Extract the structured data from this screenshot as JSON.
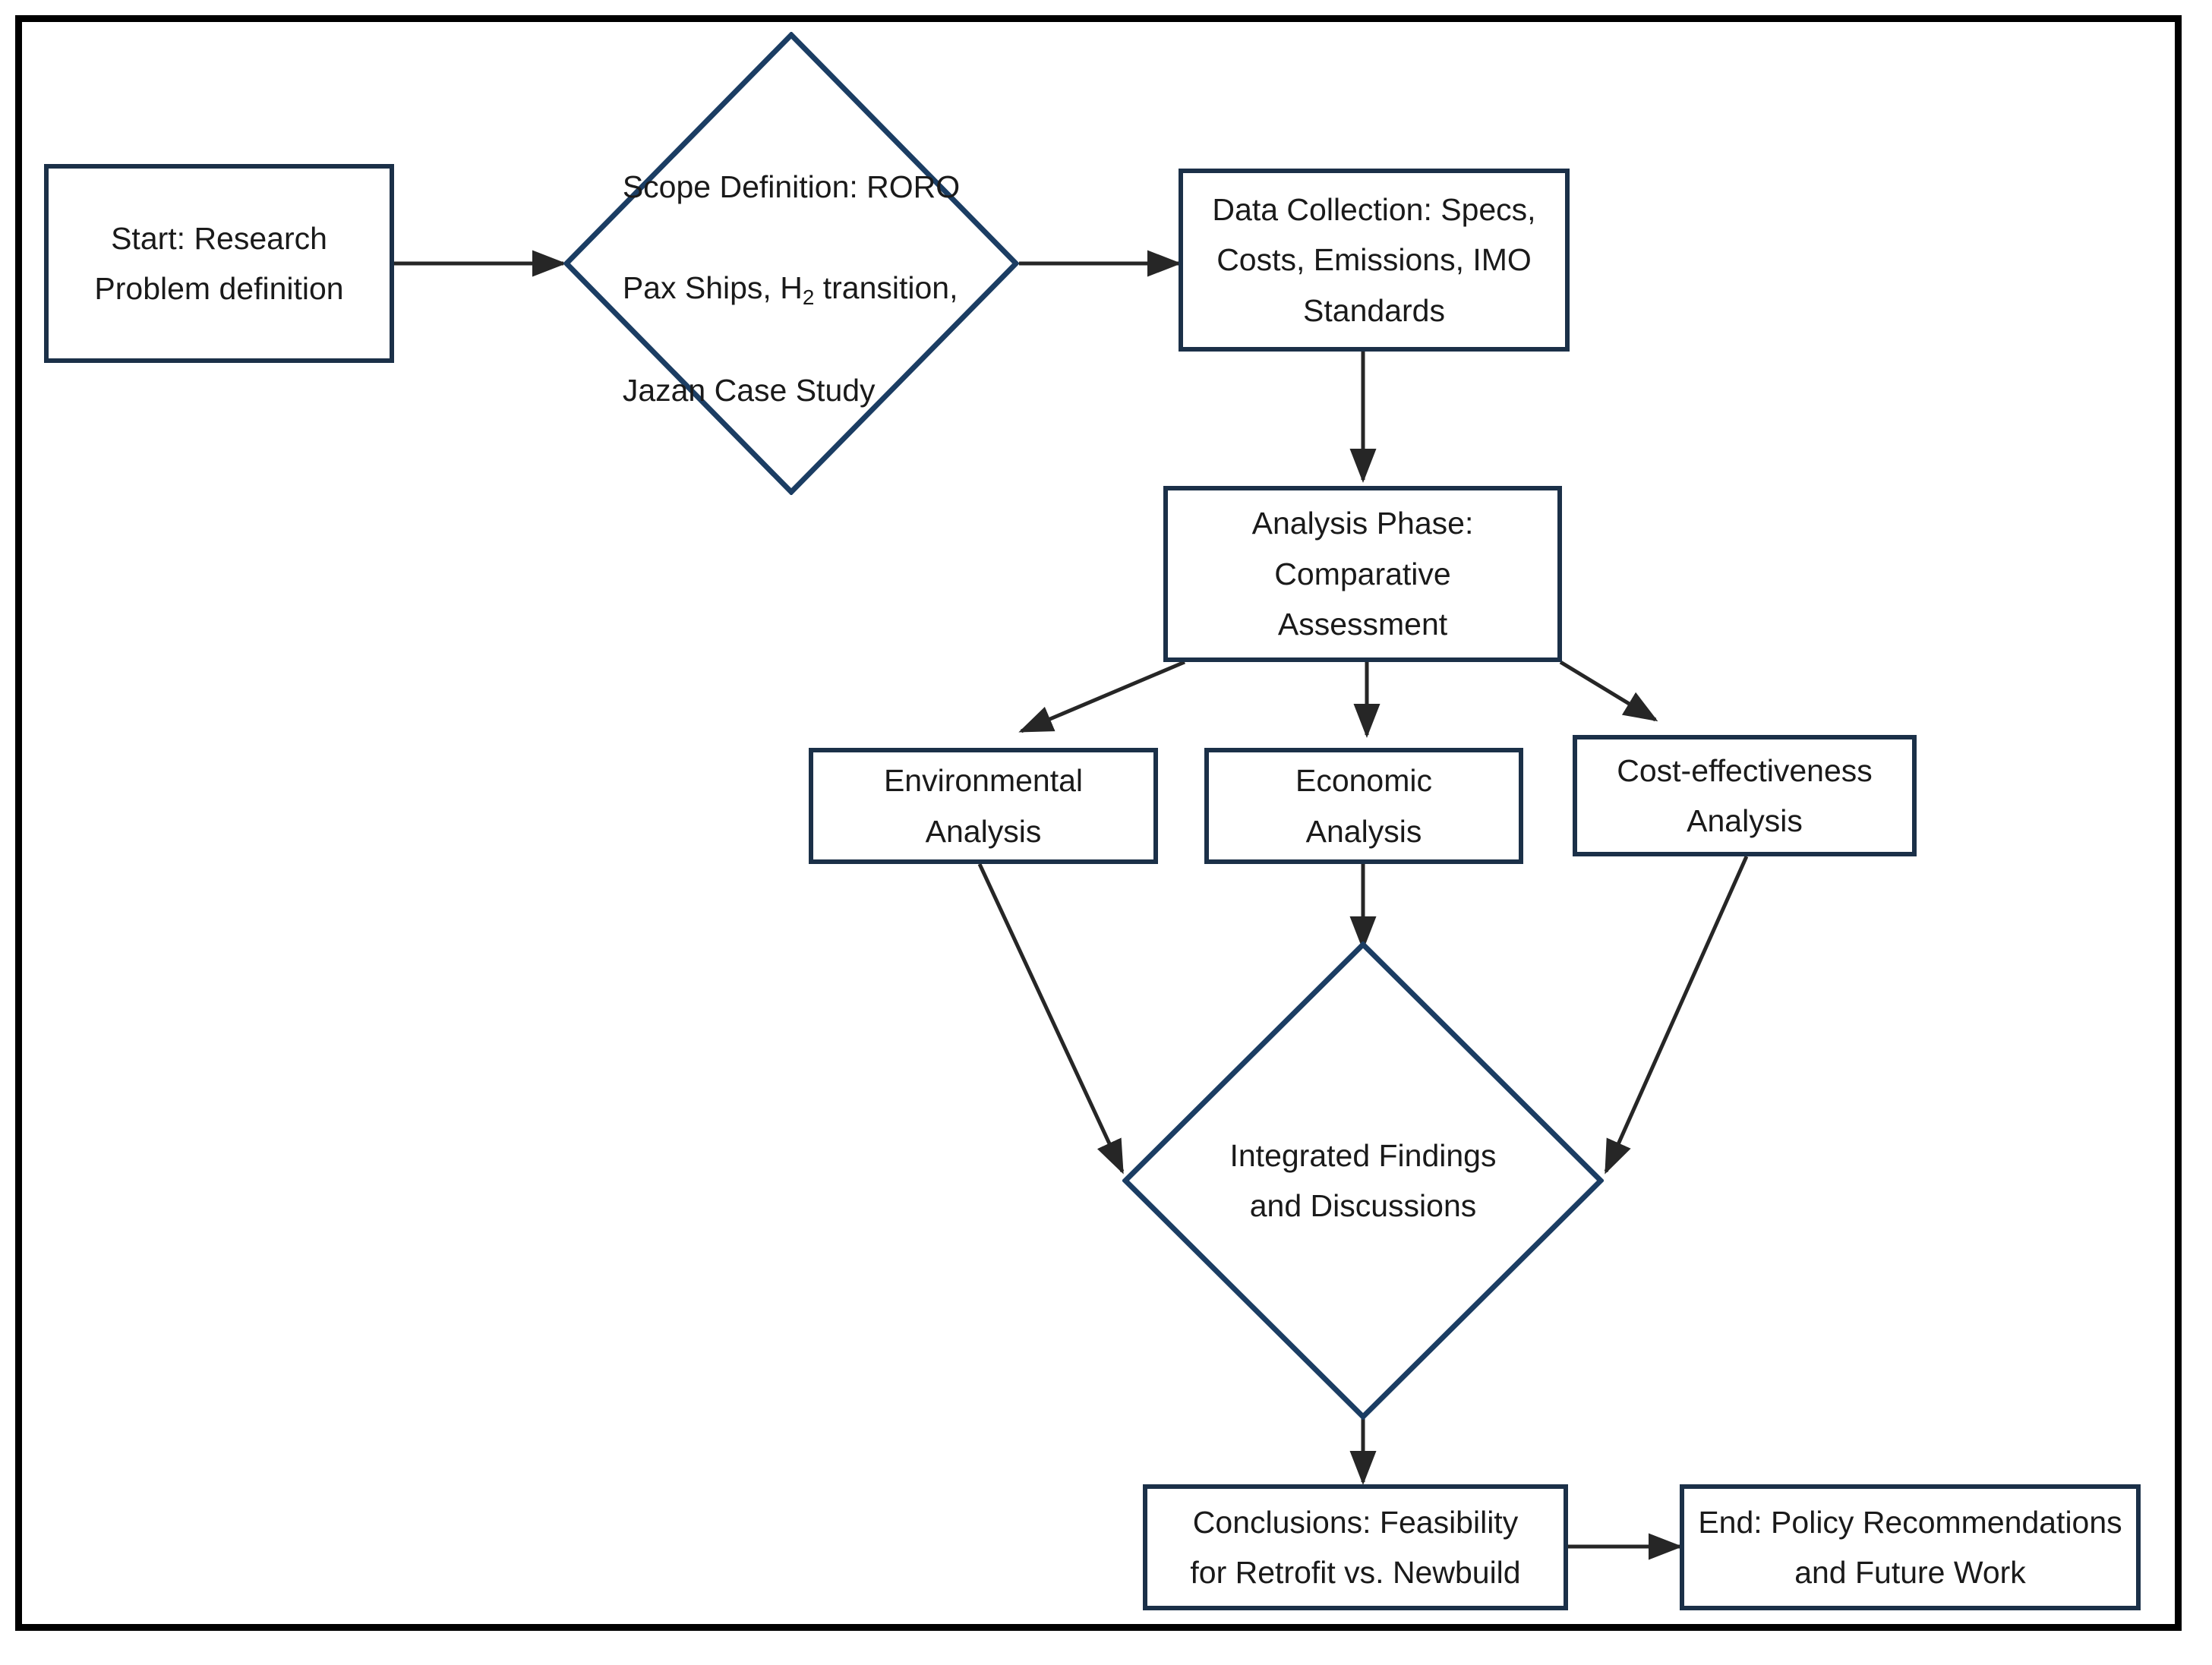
{
  "diagram": {
    "title": "Research Methodology Flowchart",
    "frame_color": "#000000",
    "node_border_color": "#1b3048",
    "diamond_border_color": "#1b3d63",
    "connector_color": "#262626",
    "text_color": "#1a1a1a",
    "background": "#ffffff"
  },
  "nodes": {
    "start": {
      "shape": "rectangle",
      "label": "Start: Research\nProblem definition"
    },
    "scope": {
      "shape": "diamond",
      "line1": "Scope  Definition:  RORO",
      "line2_before": "Pax Ships, H",
      "line2_sub": "2",
      "line2_after": " transition,",
      "line3": "Jazan Case Study"
    },
    "data_collection": {
      "shape": "rectangle",
      "label": "Data Collection: Specs,\nCosts, Emissions, IMO\nStandards"
    },
    "analysis_phase": {
      "shape": "rectangle",
      "label": "Analysis Phase:\nComparative\nAssessment"
    },
    "environmental": {
      "shape": "rectangle",
      "label": "Environmental\nAnalysis"
    },
    "economic": {
      "shape": "rectangle",
      "label": "Economic\nAnalysis"
    },
    "cost_effectiveness": {
      "shape": "rectangle",
      "label": "Cost-effectiveness\nAnalysis"
    },
    "integrated": {
      "shape": "diamond",
      "label": "Integrated Findings\nand Discussions"
    },
    "conclusions": {
      "shape": "rectangle",
      "label": "Conclusions: Feasibility\nfor Retrofit vs. Newbuild"
    },
    "end": {
      "shape": "rectangle",
      "label": "End: Policy Recommendations\nand Future Work"
    }
  },
  "edges": [
    {
      "from": "start",
      "to": "scope",
      "direction": "right"
    },
    {
      "from": "scope",
      "to": "data_collection",
      "direction": "right"
    },
    {
      "from": "data_collection",
      "to": "analysis_phase",
      "direction": "down"
    },
    {
      "from": "analysis_phase",
      "to": "environmental",
      "direction": "down-left"
    },
    {
      "from": "analysis_phase",
      "to": "economic",
      "direction": "down"
    },
    {
      "from": "analysis_phase",
      "to": "cost_effectiveness",
      "direction": "down-right"
    },
    {
      "from": "environmental",
      "to": "integrated",
      "direction": "down-right"
    },
    {
      "from": "economic",
      "to": "integrated",
      "direction": "down"
    },
    {
      "from": "cost_effectiveness",
      "to": "integrated",
      "direction": "down-left"
    },
    {
      "from": "integrated",
      "to": "conclusions",
      "direction": "down"
    },
    {
      "from": "conclusions",
      "to": "end",
      "direction": "right"
    }
  ]
}
